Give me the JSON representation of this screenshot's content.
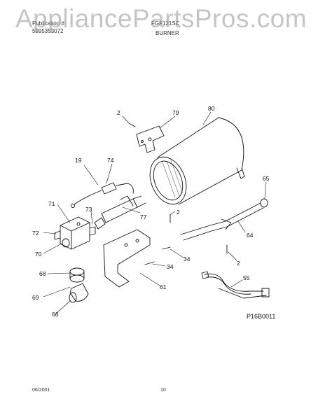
{
  "watermark": "AppliancePartsPros.com",
  "header": {
    "left_line1": "Publication #",
    "left_line2": "5995353072",
    "center_model": "FGF121SC",
    "section_title": "BURNER"
  },
  "diagram_code": "P16B0011",
  "footer": {
    "date": "06/2001",
    "page": "10"
  },
  "callouts": [
    "2",
    "79",
    "80",
    "19",
    "74",
    "65",
    "71",
    "73",
    "2",
    "77",
    "72",
    "64",
    "70",
    "34",
    "2",
    "68",
    "34",
    "61",
    "55",
    "69",
    "66"
  ],
  "colors": {
    "line": "#111111",
    "watermark": "#969696"
  }
}
